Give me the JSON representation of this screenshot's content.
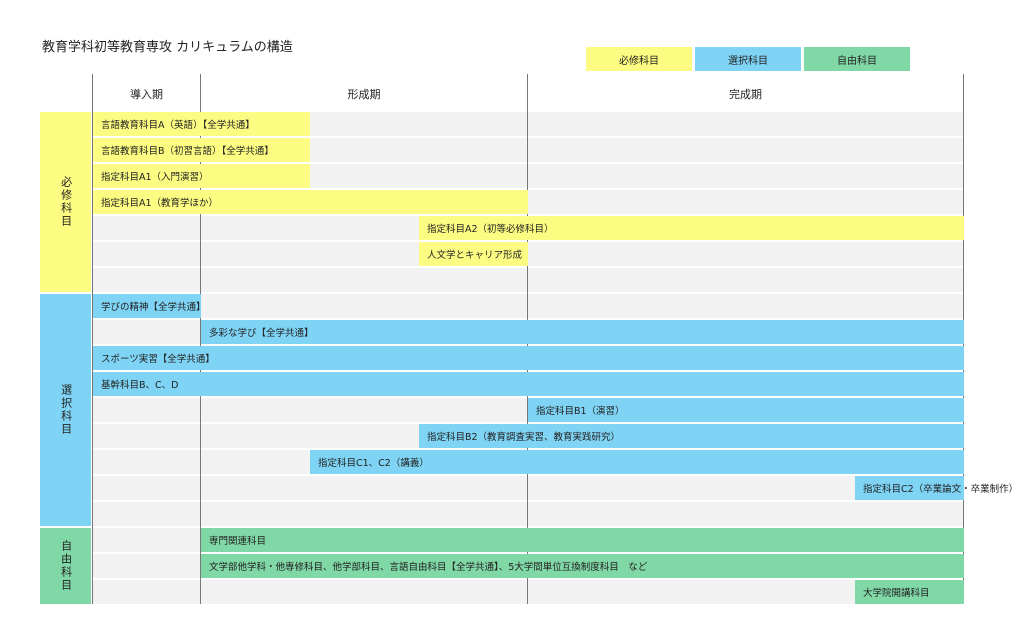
{
  "title": "教育学科初等教育専攻 カリキュラムの構造",
  "legend": [
    {
      "label": "必修科目",
      "color": "#fcfc82"
    },
    {
      "label": "選択科目",
      "color": "#7fd4f5"
    },
    {
      "label": "自由科目",
      "color": "#80d8a6"
    }
  ],
  "phases": [
    "導入期",
    "形成期",
    "完成期"
  ],
  "groups": [
    {
      "label": "必修科目",
      "color": "#fcfc82"
    },
    {
      "label": "選択科目",
      "color": "#7fd4f5"
    },
    {
      "label": "自由科目",
      "color": "#80d8a6"
    }
  ],
  "courses": [
    {
      "label": "言語教育科目A（英語）【全学共通】",
      "row": 0,
      "start": 0,
      "end": 2,
      "category": 0
    },
    {
      "label": "言語教育科目B（初習言語）【全学共通】",
      "row": 1,
      "start": 0,
      "end": 2,
      "category": 0
    },
    {
      "label": "指定科目A1（入門演習）",
      "row": 2,
      "start": 0,
      "end": 2,
      "category": 0
    },
    {
      "label": "指定科目A1（教育学ほか）",
      "row": 3,
      "start": 0,
      "end": 4,
      "category": 0
    },
    {
      "label": "指定科目A2（初等必修科目）",
      "row": 4,
      "start": 3,
      "end": 8,
      "category": 0
    },
    {
      "label": "人文学とキャリア形成",
      "row": 5,
      "start": 3,
      "end": 4,
      "category": 0
    },
    {
      "label": "学びの精神【全学共通】",
      "row": 7,
      "start": 0,
      "end": 1,
      "category": 1
    },
    {
      "label": "多彩な学び【全学共通】",
      "row": 8,
      "start": 1,
      "end": 8,
      "category": 1
    },
    {
      "label": "スポーツ実習【全学共通】",
      "row": 9,
      "start": 0,
      "end": 8,
      "category": 1
    },
    {
      "label": "基幹科目B、C、D",
      "row": 10,
      "start": 0,
      "end": 8,
      "category": 1
    },
    {
      "label": "指定科目B1（演習）",
      "row": 11,
      "start": 4,
      "end": 8,
      "category": 1
    },
    {
      "label": "指定科目B2（教育調査実習、教育実践研究）",
      "row": 12,
      "start": 3,
      "end": 8,
      "category": 1
    },
    {
      "label": "指定科目C1、C2（講義）",
      "row": 13,
      "start": 2,
      "end": 8,
      "category": 1
    },
    {
      "label": "指定科目C2（卒業論文・卒業制作）",
      "row": 14,
      "start": 7,
      "end": 8,
      "category": 1
    },
    {
      "label": "専門関連科目",
      "row": 16,
      "start": 1,
      "end": 8,
      "category": 2
    },
    {
      "label": "文学部他学科・他専修科目、他学部科目、言語自由科目【全学共通】、5大学間単位互換制度科目　など",
      "row": 17,
      "start": 1,
      "end": 8,
      "category": 2
    },
    {
      "label": "大学院開講科目",
      "row": 18,
      "start": 7,
      "end": 8,
      "category": 2
    }
  ]
}
